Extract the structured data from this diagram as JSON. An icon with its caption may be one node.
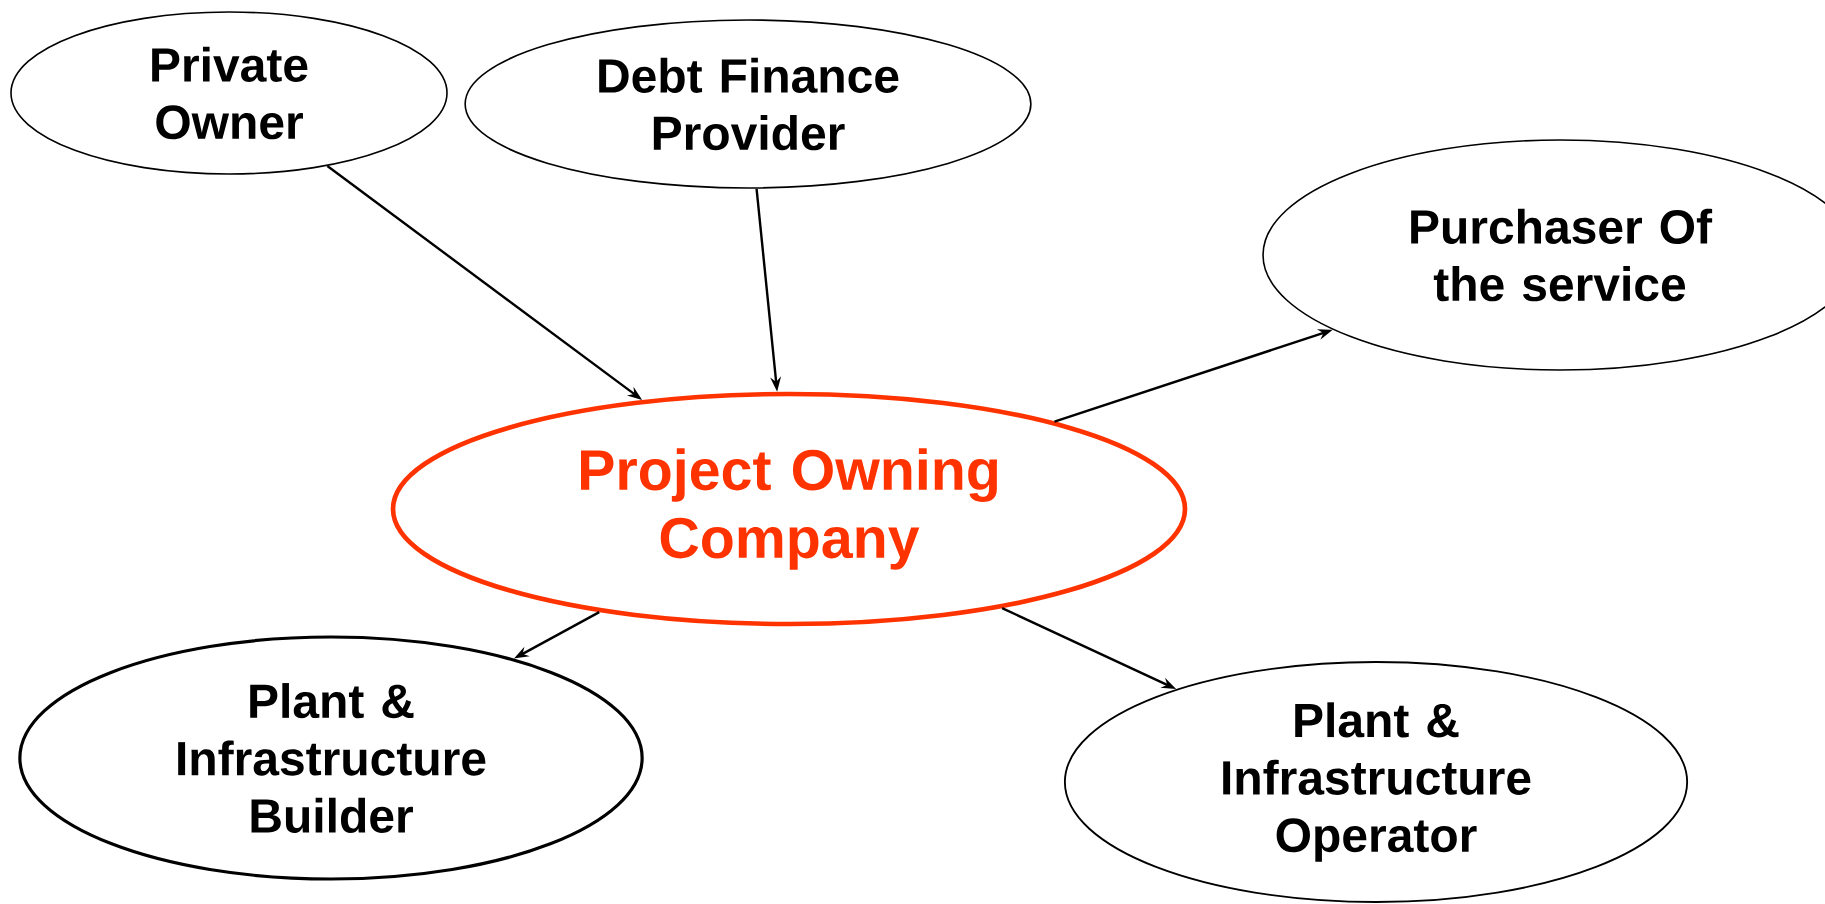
{
  "diagram": {
    "nodes": [
      {
        "text": [
          "Private Owner"
        ]
      },
      {
        "text": [
          "Debt Finance Provider"
        ]
      },
      {
        "text": [
          "Purchaser Of the service"
        ]
      },
      {
        "text": [
          "Project Owning Company"
        ]
      },
      {
        "text": [
          "Plant & Infrastructure Builder"
        ]
      },
      {
        "text": [
          "Plant & Infrastructure Operator"
        ]
      }
    ],
    "edges": [
      {
        "from": 0,
        "to": 3,
        "arrow": "to"
      },
      {
        "from": 1,
        "to": 3,
        "arrow": "to"
      },
      {
        "from": 3,
        "to": 2,
        "arrow": "to"
      },
      {
        "from": 3,
        "to": 4,
        "arrow": "to"
      },
      {
        "from": 3,
        "to": 5,
        "arrow": "to"
      }
    ]
  }
}
